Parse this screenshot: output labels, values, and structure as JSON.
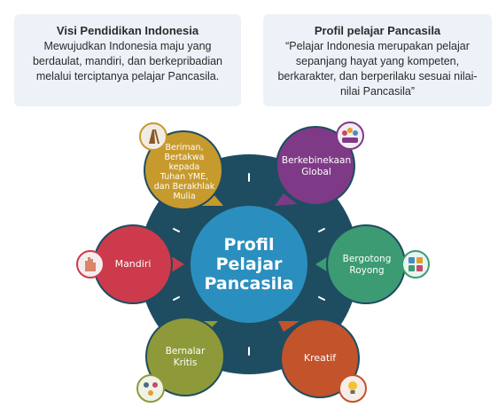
{
  "visi": {
    "title": "Visi Pendidikan Indonesia",
    "lines": [
      "Mewujudkan Indonesia maju yang",
      "berdaulat, mandiri, dan berkepribadian",
      "melalui terciptanya pelajar Pancasila."
    ]
  },
  "profil": {
    "title": "Profil pelajar Pancasila",
    "lines": [
      "“Pelajar Indonesia merupakan pelajar",
      "sepanjang hayat yang kompeten,",
      "berkarakter, dan berperilaku sesuai nilai-",
      "nilai Pancasila”"
    ]
  },
  "center": {
    "lines": [
      "Profil",
      "Pelajar",
      "Pancasila"
    ]
  },
  "dimensions": {
    "beriman": {
      "lines": [
        "Beriman,",
        "Bertakwa kepada",
        "Tuhan YME,",
        "dan Berakhlak",
        "Mulia"
      ],
      "color": "#c79a2d",
      "icon": "praying-hands-icon"
    },
    "berkebinekaan": {
      "lines": [
        "Berkebinekaan",
        "Global"
      ],
      "color": "#7e3a86",
      "icon": "people-group-icon"
    },
    "mandiri": {
      "lines": [
        "Mandiri"
      ],
      "color": "#cc3a4c",
      "icon": "raised-hand-icon"
    },
    "gotong_royong": {
      "lines": [
        "Bergotong",
        "Royong"
      ],
      "color": "#3d9b73",
      "icon": "teamwork-icon"
    },
    "bernalar": {
      "lines": [
        "Bernalar",
        "Kritis"
      ],
      "color": "#8e9a39",
      "icon": "thinking-people-icon"
    },
    "kreatif": {
      "lines": [
        "Kreatif"
      ],
      "color": "#c2532b",
      "icon": "lightbulb-icon"
    }
  },
  "colors": {
    "outer_ring": "#1e4d61",
    "center_circle": "#2a8fbf",
    "card_bg": "#edf2f8"
  }
}
